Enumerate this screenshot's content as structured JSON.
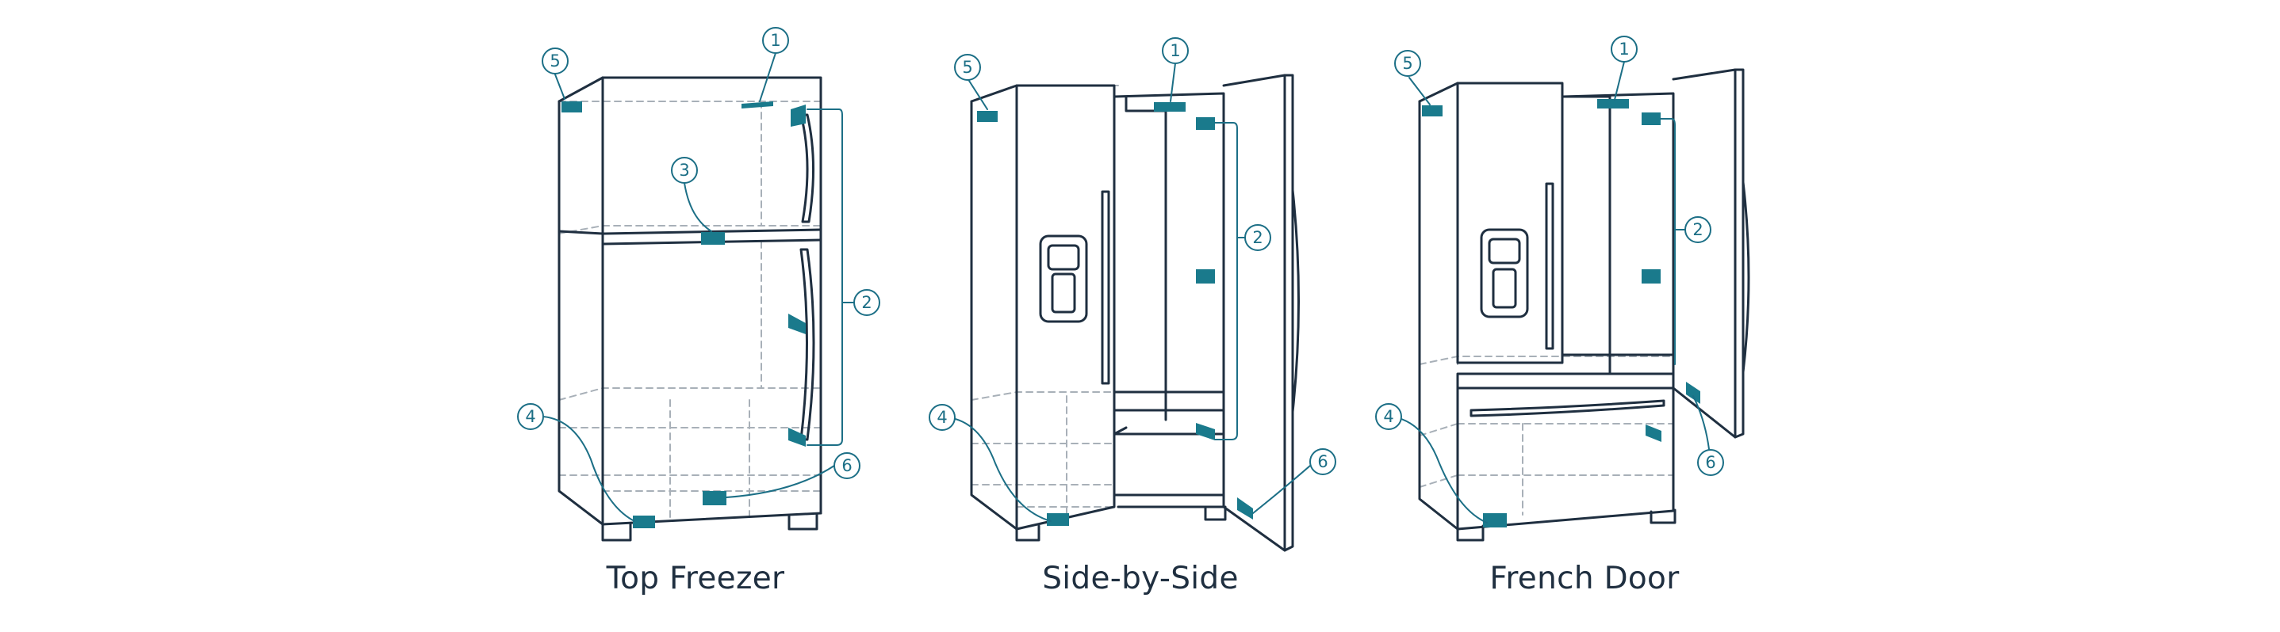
{
  "colors": {
    "outline": "#1f2f40",
    "hidden": "#a8b0b8",
    "accent": "#1c6f86",
    "marker": "#1a7a8c"
  },
  "diagrams": [
    {
      "caption": "Top Freezer"
    },
    {
      "caption": "Side-by-Side"
    },
    {
      "caption": "French Door"
    }
  ],
  "callouts": {
    "top_freezer": [
      "1",
      "2",
      "3",
      "4",
      "5",
      "6"
    ],
    "side_by_side": [
      "1",
      "2",
      "4",
      "5",
      "6"
    ],
    "french_door": [
      "1",
      "2",
      "4",
      "5",
      "6"
    ]
  }
}
